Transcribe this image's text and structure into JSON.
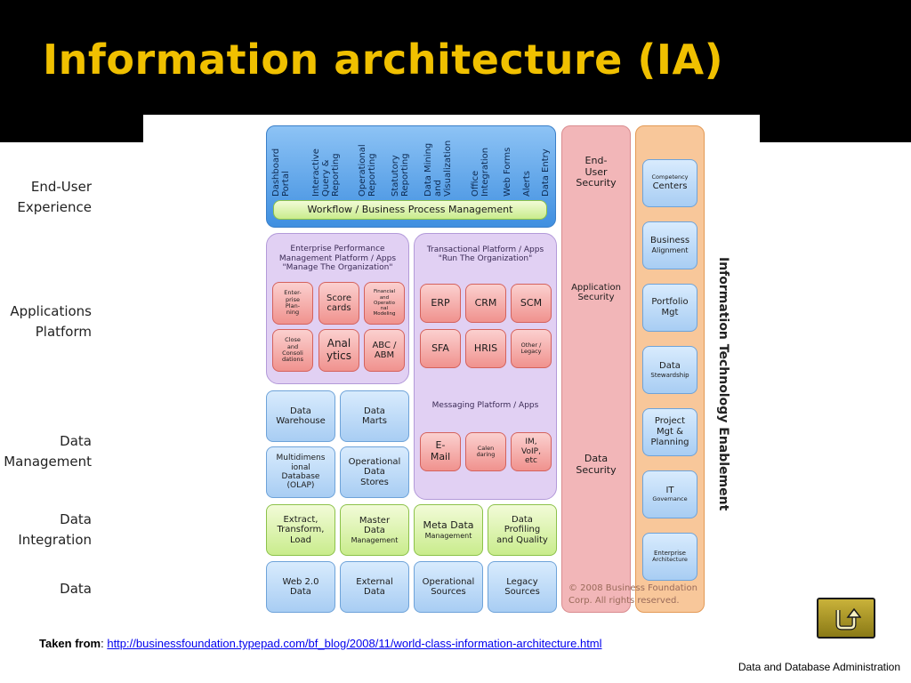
{
  "slide": {
    "title": "Information architecture (IA)",
    "footer": "Data and Database Administration",
    "caption_prefix": "Taken from",
    "caption_link": "http://businessfoundation.typepad.com/bf_blog/2008/11/world-class-information-architecture.html"
  },
  "row_labels": {
    "end_user": "End-User\nExperience",
    "applications": "Applications\nPlatform",
    "data_management": "Data\nManagement",
    "data_integration": "Data\nIntegration",
    "data": "Data"
  },
  "end_user": {
    "items": [
      "Dashboard\nPortal",
      "Interactive\nQuery &\nReporting",
      "Operational\nReporting",
      "Statutory\nReporting",
      "Data Mining\nand\nVisualization",
      "Office\nIntegration",
      "Web Forms",
      "Alerts",
      "Data Entry"
    ],
    "workflow": "Workflow / Business Process Management"
  },
  "epm": {
    "title": "Enterprise Performance\nManagement Platform / Apps\n\"Manage The Organization\"",
    "items": [
      "Enter-\nprise\nPlan-\nning",
      "Score\ncards",
      "Financial\nand\nOperatio\nnal\nModeling",
      "Close\nand\nConsoli\ndations",
      "Anal\nytics",
      "ABC /\nABM"
    ]
  },
  "transactional": {
    "title": "Transactional Platform / Apps\n\"Run The Organization\"",
    "items": [
      "ERP",
      "CRM",
      "SCM",
      "SFA",
      "HRIS",
      "Other /\nLegacy"
    ]
  },
  "messaging": {
    "title": "Messaging Platform / Apps",
    "items": [
      "E-\nMail",
      "Calen\ndaring",
      "IM,\nVoIP,\netc"
    ]
  },
  "data_management": {
    "items": [
      "Data\nWarehouse",
      "Data\nMarts",
      "Multidimens\nional\nDatabase\n(OLAP)",
      "Operational\nData\nStores"
    ]
  },
  "data_integration": {
    "items": [
      {
        "main": "Extract,\nTransform,\nLoad",
        "sub": ""
      },
      {
        "main": "Master\nData",
        "sub": "Management"
      },
      {
        "main": "Meta Data",
        "sub": "Management"
      },
      {
        "main": "Data\nProfiling\nand Quality",
        "sub": ""
      }
    ]
  },
  "data_sources": {
    "items": [
      "Web 2.0\nData",
      "External\nData",
      "Operational\nSources",
      "Legacy\nSources"
    ]
  },
  "security": {
    "end_user": "End-\nUser\nSecurity",
    "application": "Application\nSecurity",
    "data": "Data\nSecurity"
  },
  "it_enablement": {
    "label": "Information Technology Enablement",
    "items": [
      {
        "main": "Competency",
        "sub": "Centers",
        "small_first": true
      },
      {
        "main": "Business",
        "sub": "Alignment",
        "small_first": false
      },
      {
        "main": "Portfolio\nMgt",
        "sub": "",
        "small_first": false
      },
      {
        "main": "Data",
        "sub": "Stewardship",
        "small_first": false
      },
      {
        "main": "Project\nMgt &\nPlanning",
        "sub": "",
        "small_first": false
      },
      {
        "main": "IT",
        "sub": "Governance",
        "small_first": false
      },
      {
        "main": "Enterprise",
        "sub": "Architecture",
        "small_first": true
      }
    ]
  },
  "copyright": "© 2008 Business Foundation\nCorp.  All rights reserved."
}
